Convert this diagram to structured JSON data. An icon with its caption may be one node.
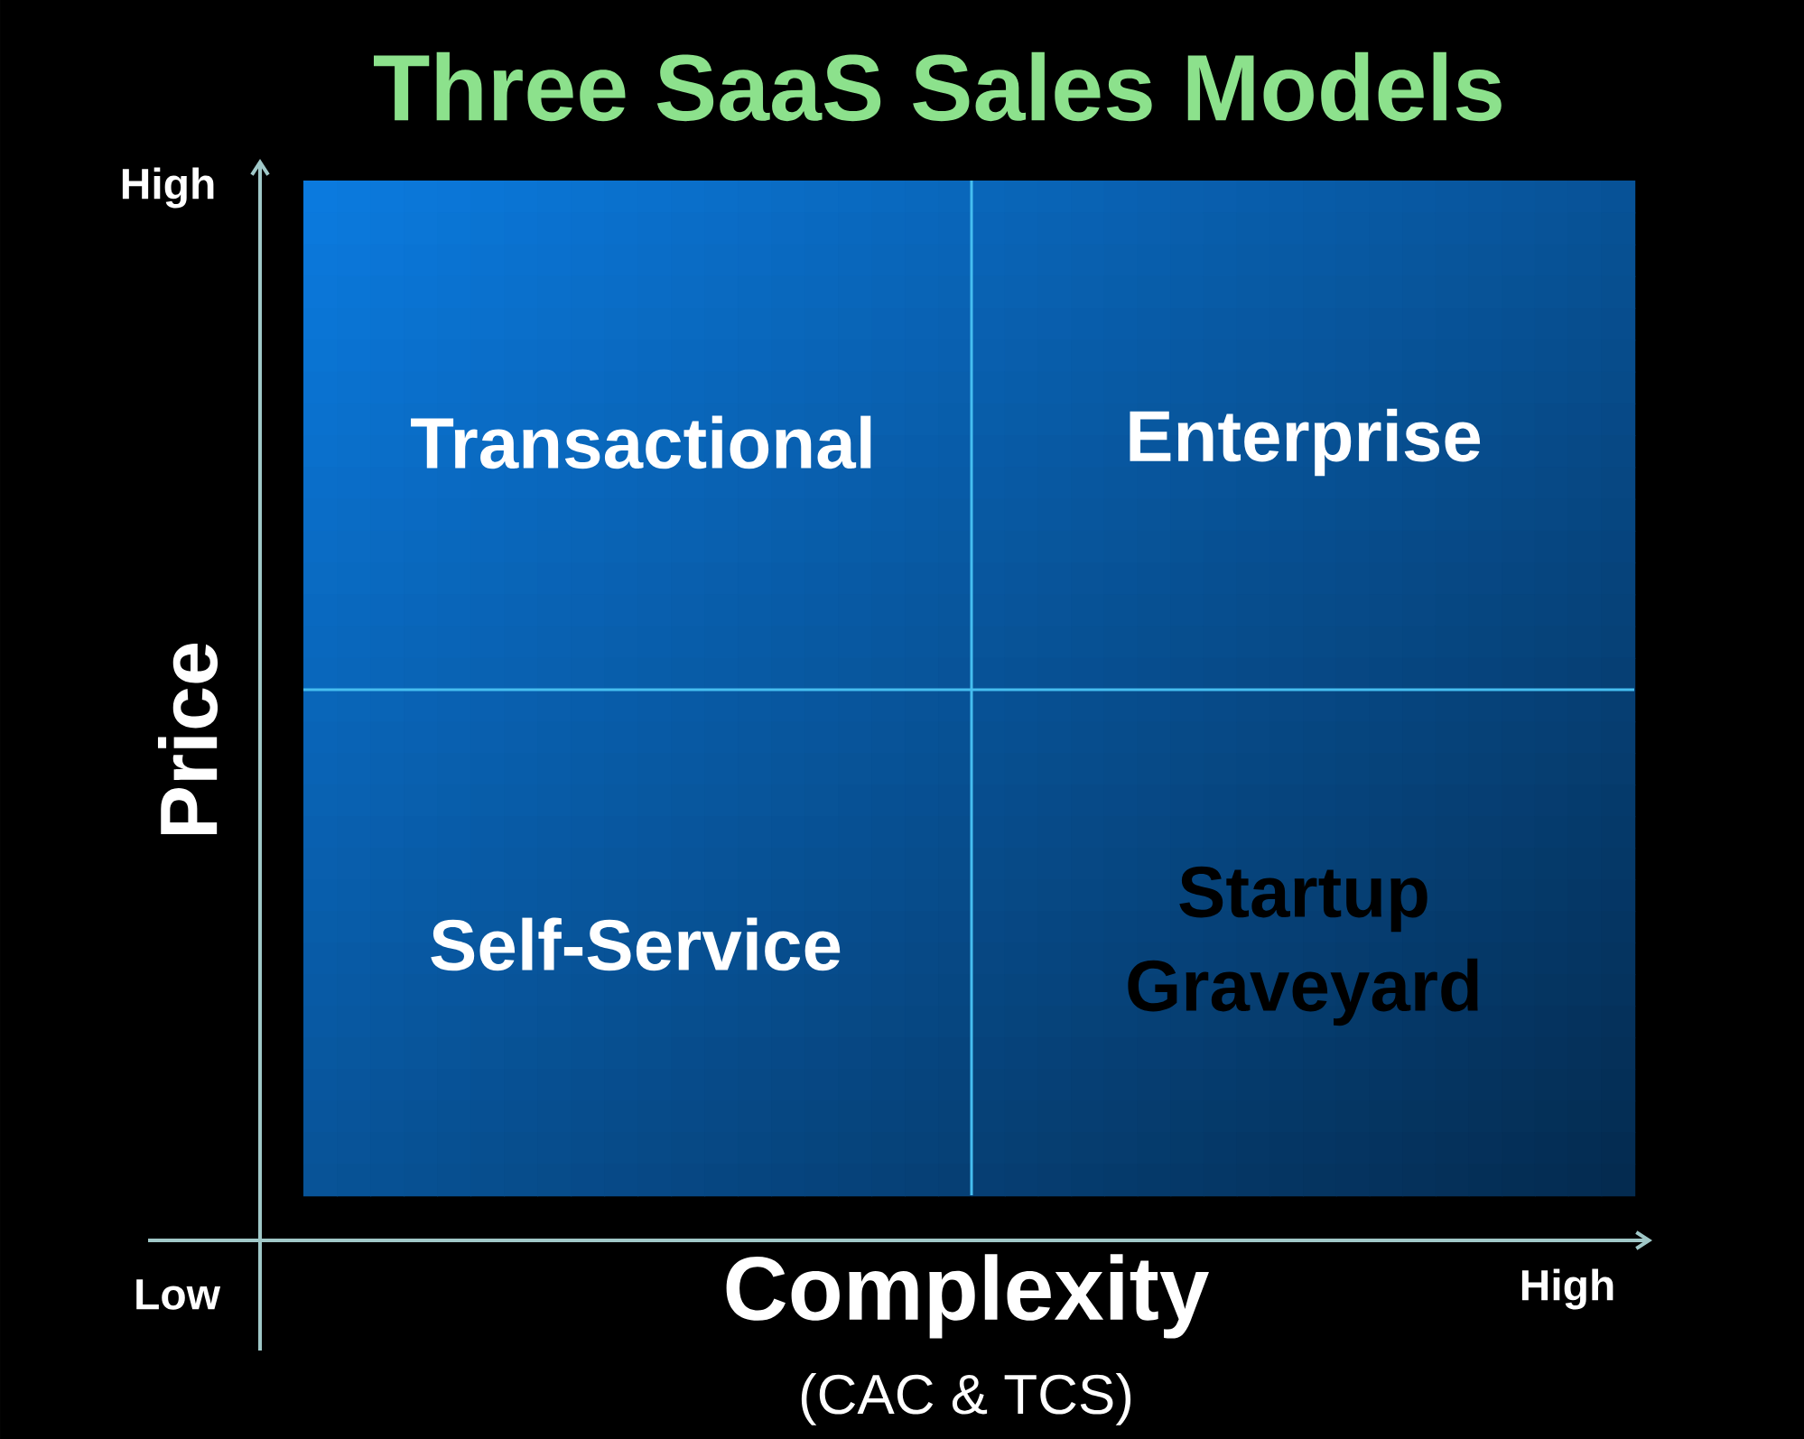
{
  "diagram": {
    "title": "Three SaaS Sales Models",
    "nodes": [
      {
        "text": [
          "Transactional"
        ]
      },
      {
        "text": [
          "Enterprise"
        ]
      },
      {
        "text": [
          "Self-Service"
        ]
      },
      {
        "text": [
          "Startup Graveyard"
        ]
      }
    ],
    "labels": [
      "High",
      "Price",
      "Low",
      "Complexity",
      "(CAC & TCS)",
      "High"
    ]
  }
}
